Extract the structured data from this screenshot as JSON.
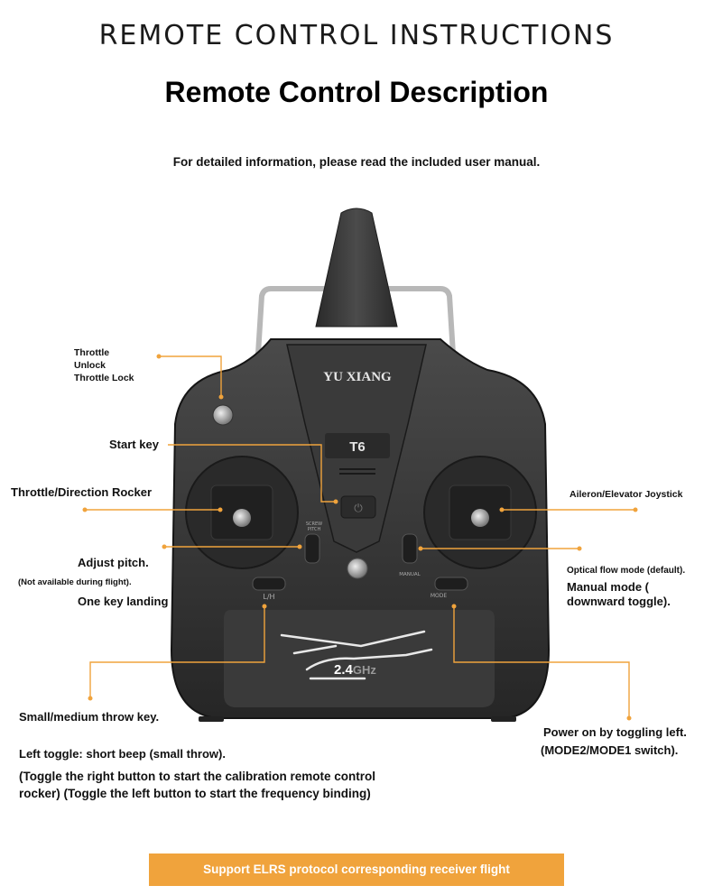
{
  "header": {
    "main_title": "REMOTE CONTROL INSTRUCTIONS",
    "sub_title": "Remote Control Description",
    "note": "For detailed information, please read the included user manual."
  },
  "device": {
    "brand": "YU XIANG",
    "model": "T6",
    "freq_big": "2.4",
    "freq_small": "GHz",
    "screw_pitch_label": "SCREW\nPITCH",
    "manual_label": "MANUAL",
    "mode_label": "MODE",
    "lh_label": "L/H"
  },
  "labels": {
    "throttle_unlock": [
      "Throttle",
      "Unlock",
      "Throttle Lock"
    ],
    "start_key": "Start key",
    "throttle_direction": "Throttle/Direction Rocker",
    "aileron_elevator": "Aileron/Elevator Joystick",
    "adjust_pitch": "Adjust pitch.",
    "not_available": "(Not available during flight).",
    "one_key_landing": "One key landing",
    "optical_flow": "Optical flow mode (default).",
    "manual_mode_1": "Manual mode (",
    "manual_mode_2": "downward toggle).",
    "small_medium": "Small/medium throw key.",
    "power_on_1": "Power on by toggling left.",
    "power_on_2": "(MODE2/MODE1 switch).",
    "left_toggle": "Left toggle: short beep (small throw).",
    "toggle_right_1": "(Toggle the right button to start the calibration remote control",
    "toggle_right_2": "rocker) (Toggle the left button to start the frequency binding)"
  },
  "banner": {
    "text": "Support ELRS protocol corresponding receiver flight"
  },
  "colors": {
    "accent": "#f0a33c",
    "body": "#2e2e2e",
    "text": "#111111"
  }
}
